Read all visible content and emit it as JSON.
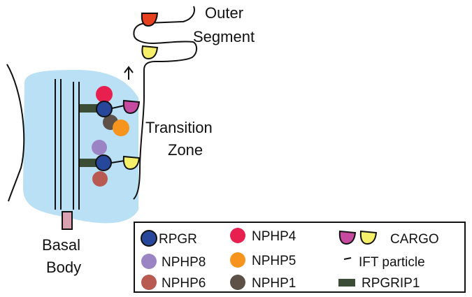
{
  "labels": {
    "outer_segment_line1": "Outer",
    "outer_segment_line2": "Segment",
    "transition_zone_line1": "Transition",
    "transition_zone_line2": "Zone",
    "basal_body_line1": "Basal",
    "basal_body_line2": "Body"
  },
  "legend": {
    "rpgr": "RPGR",
    "nphp4": "NPHP4",
    "cargo": "CARGO",
    "nphp8": "NPHP8",
    "nphp5": "NPHP5",
    "ift_particle": "IFT particle",
    "nphp6": "NPHP6",
    "nphp1": "NPHP1",
    "rpgrip1": "RPGRIP1"
  },
  "colors": {
    "transition_zone_fill": "#b9e0f4",
    "rpgr": "#27479a",
    "nphp4": "#e8204f",
    "nphp8": "#9b84c4",
    "nphp5": "#f7941d",
    "nphp6": "#b85a52",
    "nphp1": "#5e5248",
    "rpgrip1": "#3c4d35",
    "cargo_magenta": "#c64aa0",
    "cargo_yellow": "#f6ef6a",
    "cargo_red": "#e7401f",
    "basal_body": "#d9a1b2",
    "outline": "#111111"
  }
}
